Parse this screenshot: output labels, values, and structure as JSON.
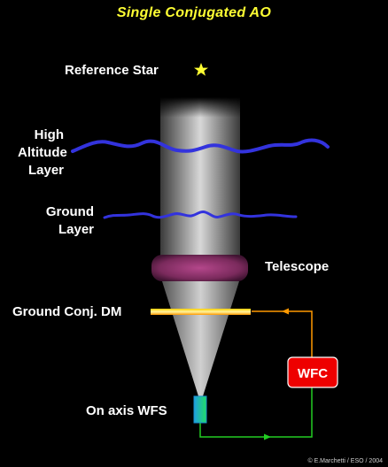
{
  "title": "Single Conjugated AO",
  "labels": {
    "reference_star": "Reference Star",
    "high_altitude_layer": [
      "High",
      "Altitude",
      "Layer"
    ],
    "ground_layer": [
      "Ground",
      "Layer"
    ],
    "telescope": "Telescope",
    "ground_conj_dm": "Ground Conj. DM",
    "wfc": "WFC",
    "on_axis_wfs": "On axis WFS"
  },
  "credit": "© E.Marchetti / ESO / 2004",
  "colors": {
    "background": "#000000",
    "title": "#ffff33",
    "star": "#ffff33",
    "turbulence": "#3333dd",
    "telescope": "#9a3b78",
    "dm": "#ffb300",
    "wfc_box": "#ee0000",
    "feedback_orange": "#ff9900",
    "feedback_green": "#22cc22",
    "wfs": "#22cc66"
  }
}
